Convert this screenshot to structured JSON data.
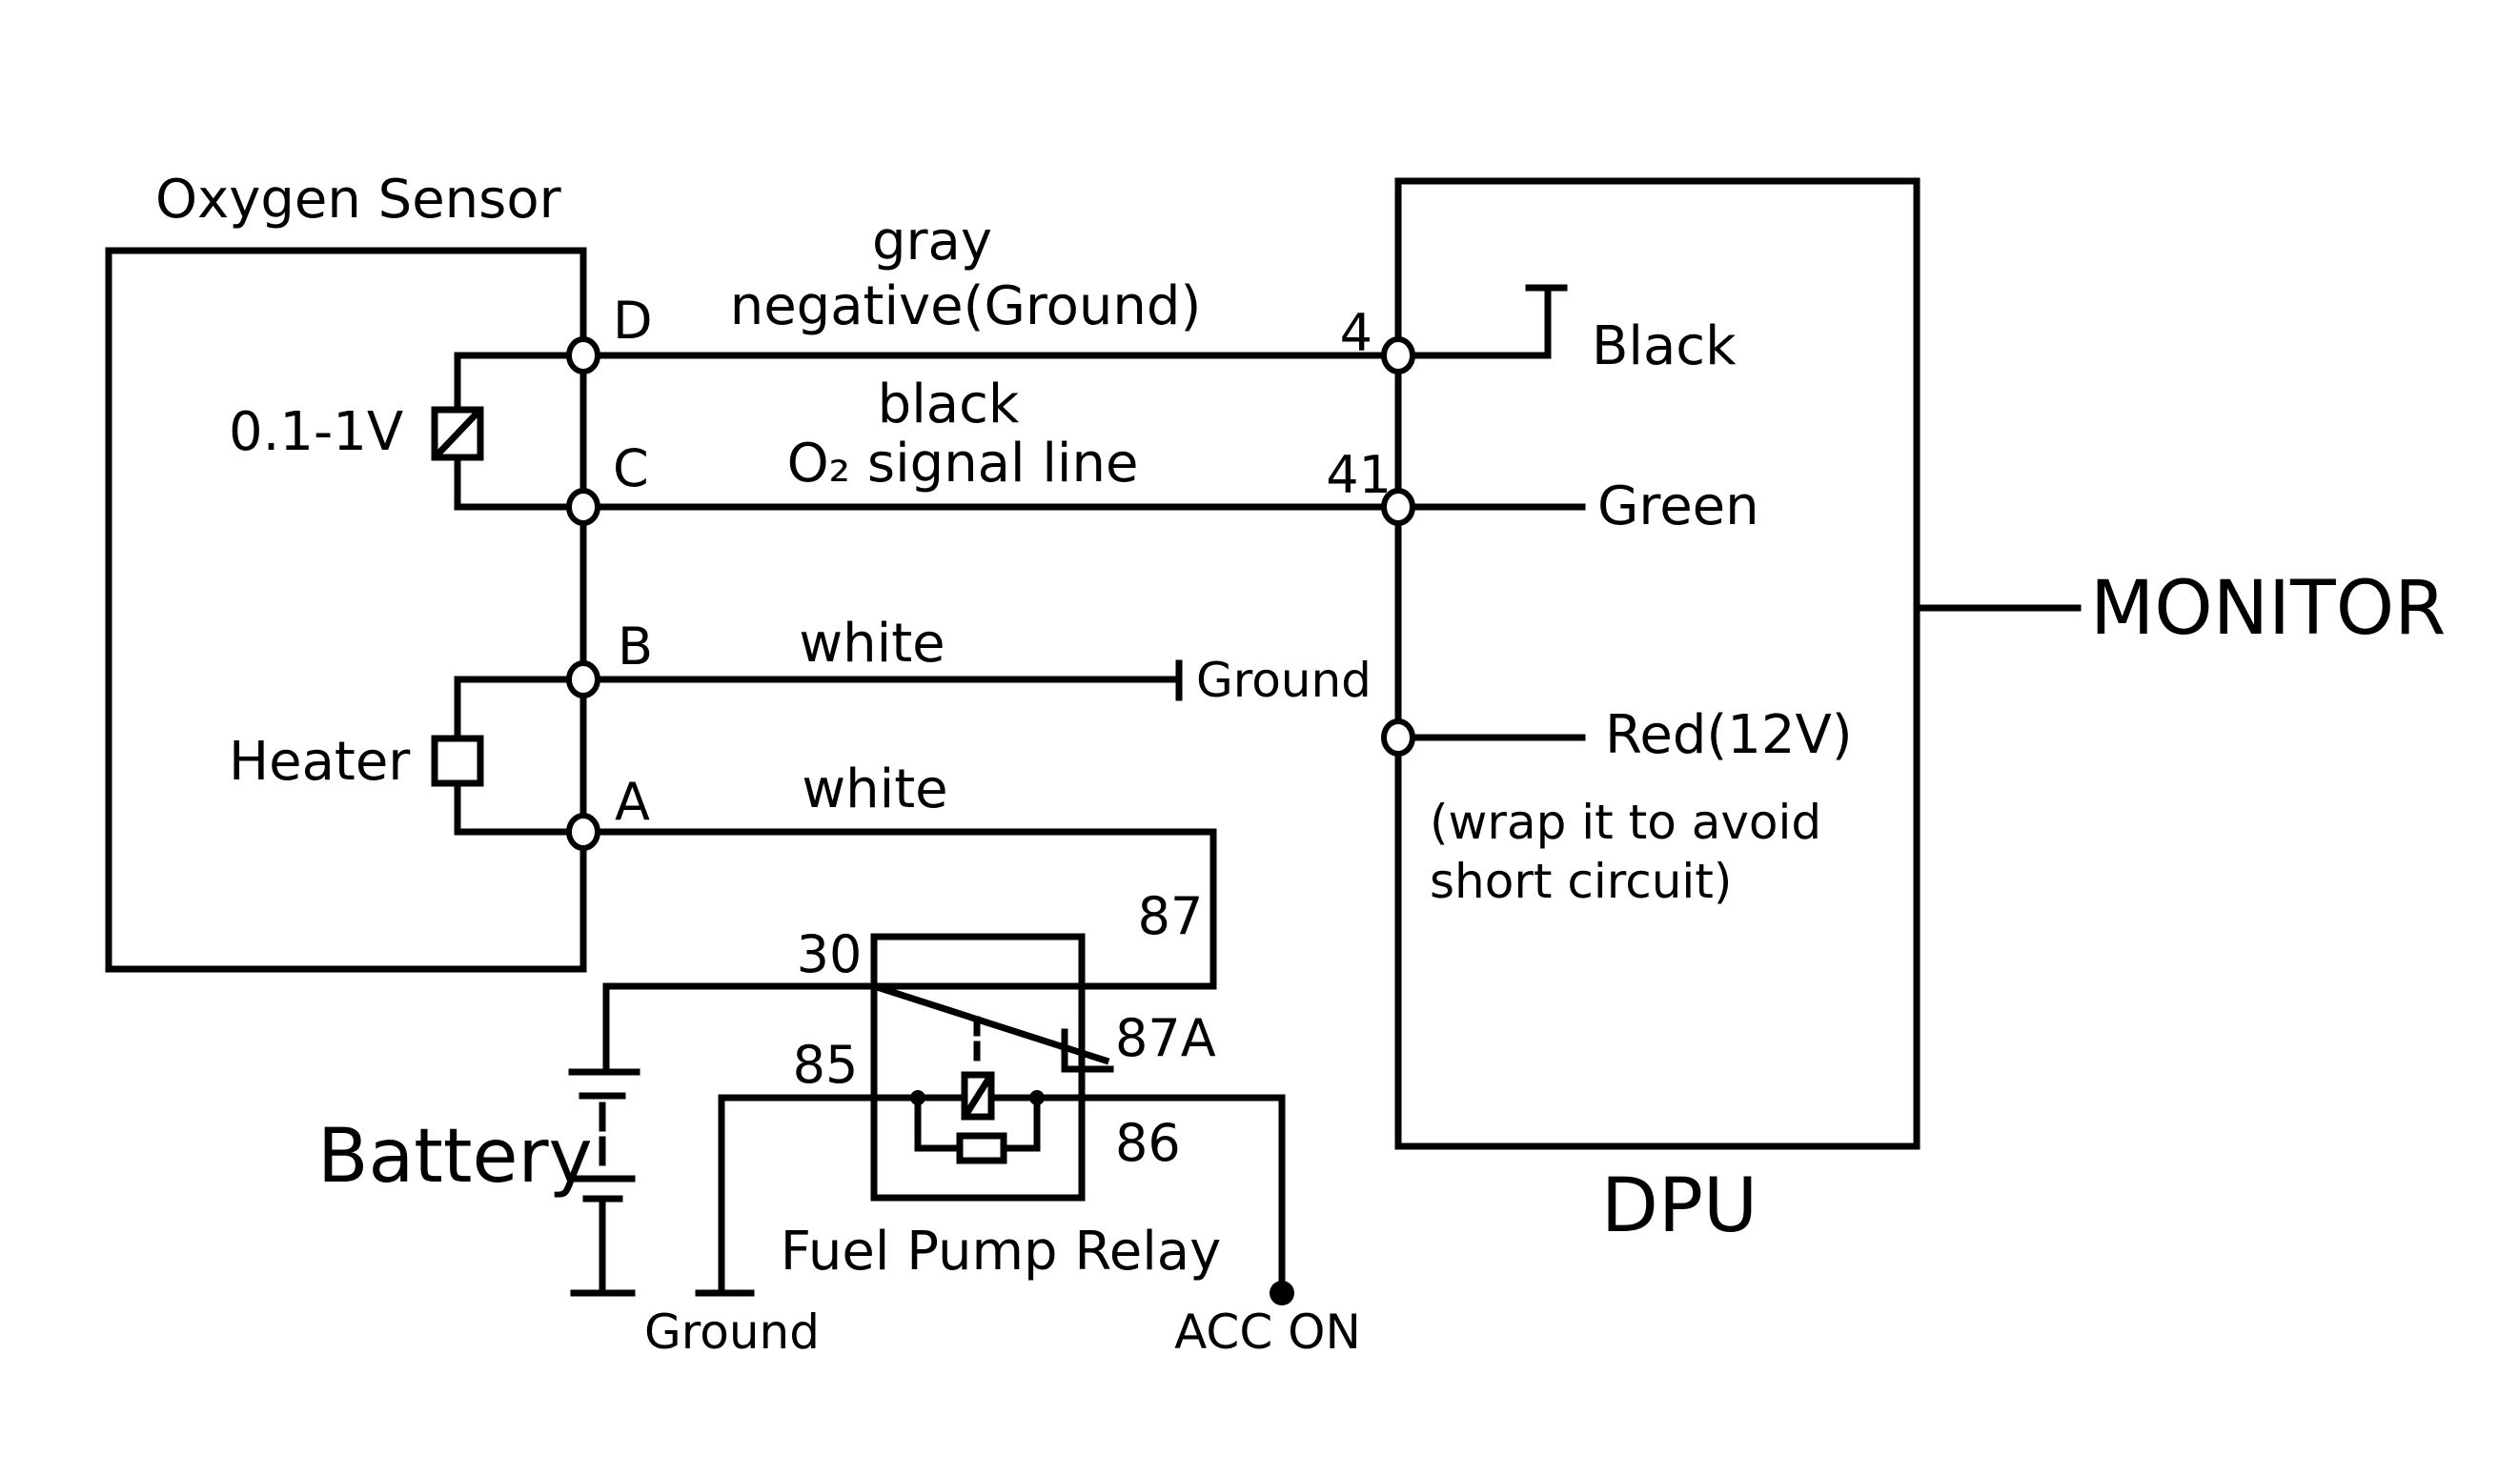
{
  "diagram": {
    "colors": {
      "line": "#000000",
      "background": "#ffffff"
    },
    "oxygen_sensor": {
      "title": "Oxygen Sensor",
      "signal_element_label": "0.1-1V",
      "heater_label": "Heater",
      "terminals": [
        "D",
        "C",
        "B",
        "A"
      ]
    },
    "wires": {
      "d_color": "gray",
      "d_function": "negative(Ground)",
      "c_color": "black",
      "c_function": "O₂ signal line",
      "b_color": "white",
      "b_destination": "Ground",
      "a_color": "white"
    },
    "dpu": {
      "title": "DPU",
      "pin_4": "4",
      "pin_41": "41",
      "wire_black": "Black",
      "wire_green": "Green",
      "wire_red": "Red(12V)",
      "note_line1": "(wrap it to avoid",
      "note_line2": "short circuit)"
    },
    "monitor": {
      "label": "MONITOR"
    },
    "relay": {
      "title": "Fuel Pump Relay",
      "pin_30": "30",
      "pin_87": "87",
      "pin_87a": "87A",
      "pin_85": "85",
      "pin_86": "86"
    },
    "battery": {
      "label": "Battery"
    },
    "bottom": {
      "ground_label": "Ground",
      "acc_label": "ACC ON"
    }
  }
}
